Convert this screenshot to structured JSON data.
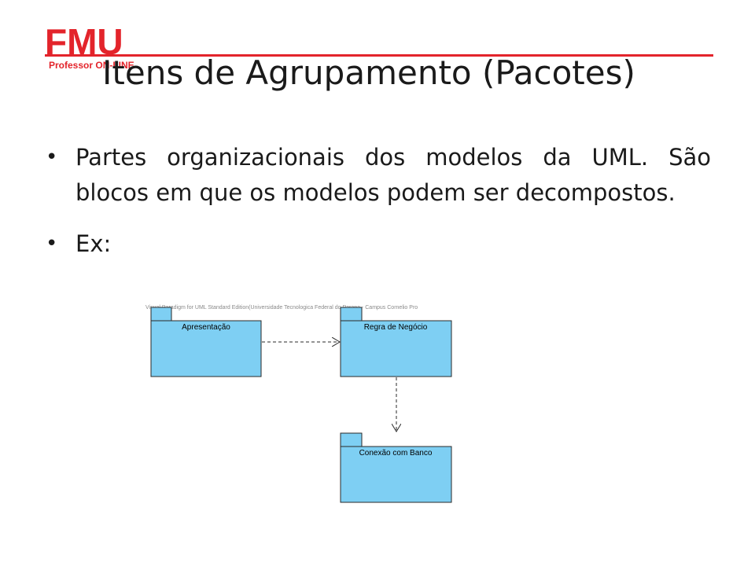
{
  "logo": {
    "mark": "FMU",
    "subtitle": "Professor ON-LINE",
    "color": "#e3242b"
  },
  "slide": {
    "title": "Itens de Agrupamento (Pacotes)",
    "bullets": [
      {
        "text": "Partes organizacionais dos modelos da UML. São blocos em que os modelos podem ser decompostos."
      },
      {
        "text": "Ex:"
      }
    ]
  },
  "diagram": {
    "watermark": "Visual Paradigm for UML Standard Edition(Universidade Tecnologica Federal do Parana - Campus Cornelio Pro",
    "packages": [
      {
        "name": "Apresentação"
      },
      {
        "name": "Regra de Negócio"
      },
      {
        "name": "Conexão com Banco"
      }
    ],
    "fill_color": "#7ecff3",
    "stroke_color": "#2a2a2a"
  }
}
